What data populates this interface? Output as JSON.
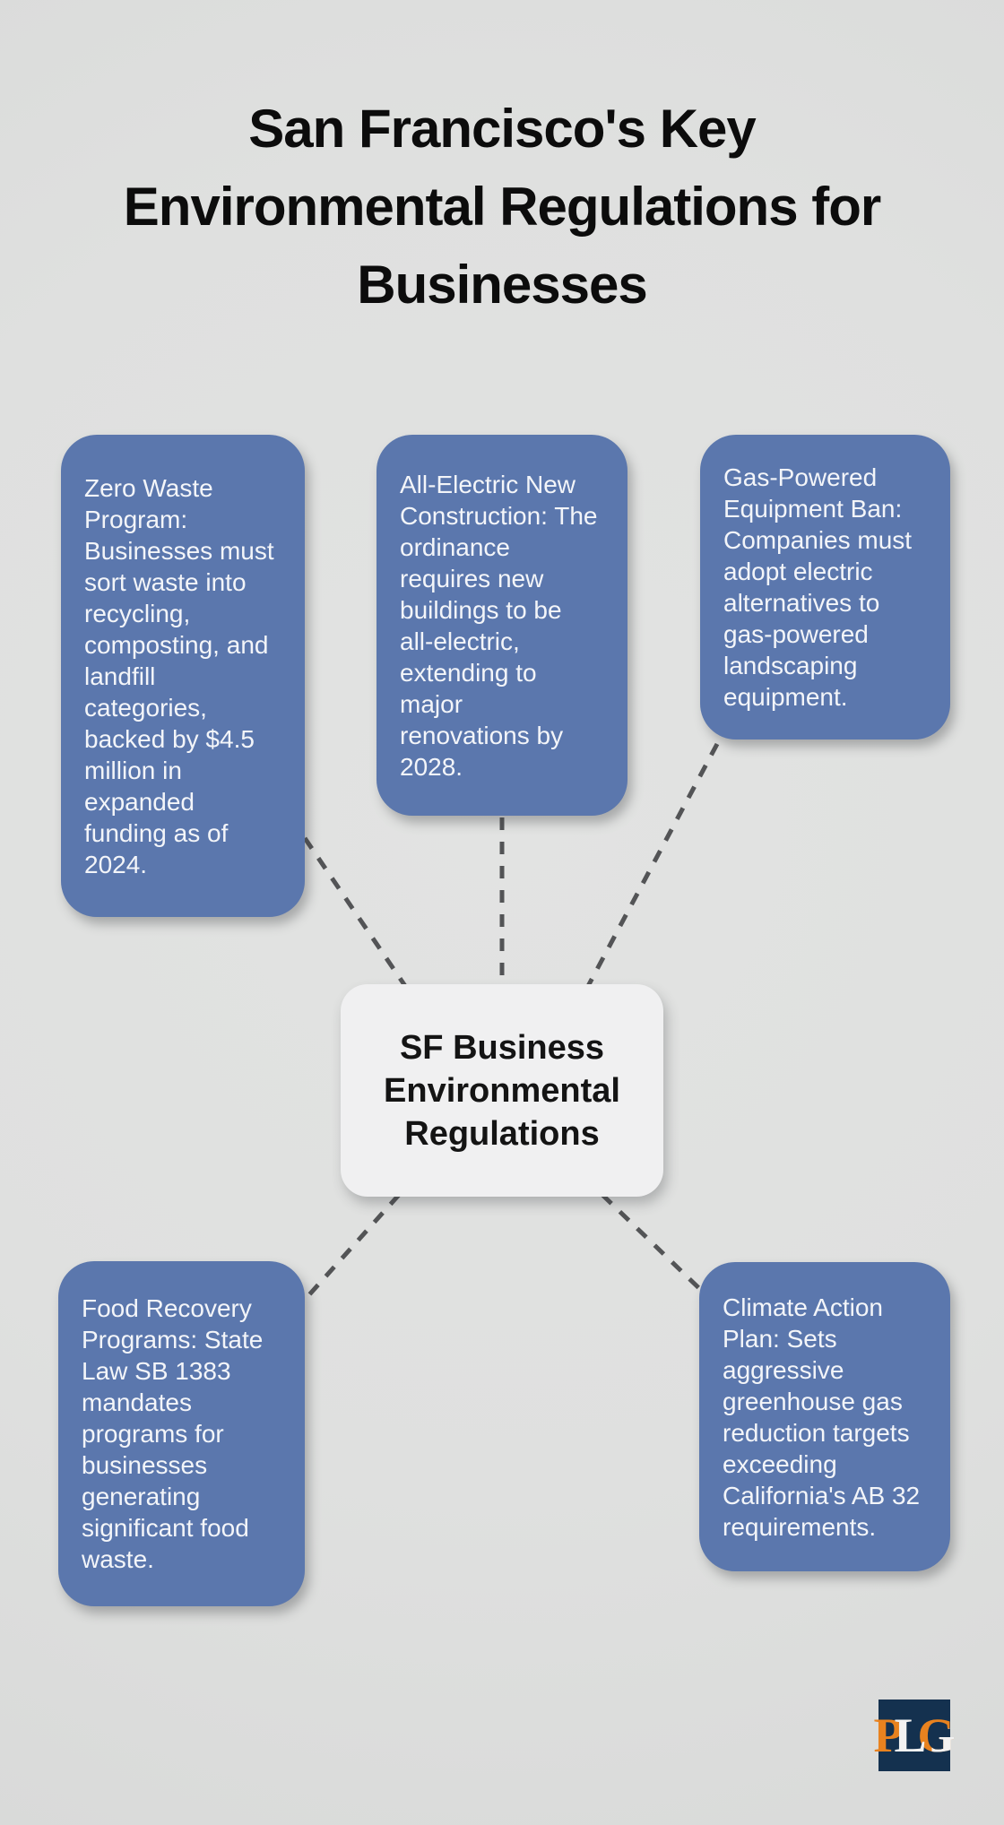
{
  "title": "San Francisco's Key\nEnvironmental Regulations for\nBusinesses",
  "center": {
    "label": "SF Business\nEnvironmental\nRegulations"
  },
  "cards": [
    {
      "id": "zero-waste",
      "text": "Zero Waste\nProgram:\nBusinesses must\nsort waste into\nrecycling,\ncomposting, and\nlandfill\ncategories,\nbacked by $4.5\nmillion in\nexpanded\nfunding as of\n2024."
    },
    {
      "id": "all-electric",
      "text": "All-Electric New\nConstruction: The\nordinance\nrequires new\nbuildings to be\nall-electric,\nextending to\nmajor\nrenovations by\n2028."
    },
    {
      "id": "gas-ban",
      "text": "Gas-Powered\nEquipment Ban:\nCompanies must\nadopt electric\nalternatives to\ngas-powered\nlandscaping\nequipment."
    },
    {
      "id": "food-recovery",
      "text": "Food Recovery\nPrograms: State\nLaw SB 1383\nmandates\nprograms for\nbusinesses\ngenerating\nsignificant food\nwaste."
    },
    {
      "id": "climate-action",
      "text": "Climate Action\nPlan: Sets\naggressive\ngreenhouse gas\nreduction targets\nexceeding\nCalifornia's AB 32\nrequirements."
    }
  ],
  "logo": {
    "letters": [
      "P",
      "L",
      "G"
    ]
  },
  "colors": {
    "background": "#dfe0df",
    "card_blue": "#5b77ad",
    "card_text": "#f3f5f9",
    "center_fill": "#f0f0f1",
    "center_text": "#141414",
    "connector_gray": "#535456",
    "title_black": "#0c0c0c",
    "logo_navy": "#14314f",
    "logo_orange": "#e8821f",
    "logo_white": "#f2f2f2"
  }
}
